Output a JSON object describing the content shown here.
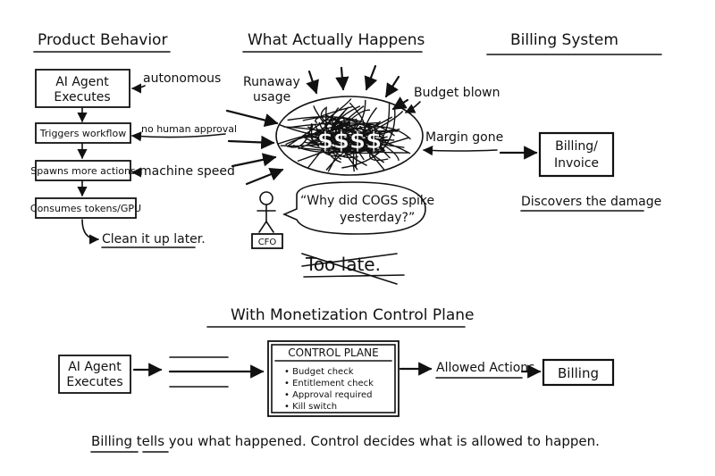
{
  "headings": {
    "product_behavior": "Product Behavior",
    "what_actually_happens": "What Actually Happens",
    "billing_system": "Billing System",
    "with_control_plane": "With Monetization Control Plane"
  },
  "flow": {
    "agent_line1": "AI Agent",
    "agent_line2": "Executes",
    "triggers": "Triggers workflow",
    "spawns": "Spawns more actions",
    "consumes": "Consumes tokens/GPU",
    "cleanup": "Clean it up later."
  },
  "annotations": {
    "autonomous": "autonomous",
    "no_human_approval": "no human approval",
    "machine_speed": "machine speed",
    "runaway_line1": "Runaway",
    "runaway_line2": "usage",
    "budget_blown": "Budget blown",
    "margin_gone": "Margin gone",
    "discovers": "Discovers the damage",
    "dollars": "$$$$"
  },
  "billing": {
    "line1": "Billing/",
    "line2": "Invoice"
  },
  "cfo": {
    "label": "CFO",
    "quote_line1": "“Why did COGS spike",
    "quote_line2": "yesterday?”"
  },
  "too_late": "Too late.",
  "control": {
    "agent_line1": "AI Agent",
    "agent_line2": "Executes",
    "title": "CONTROL PLANE",
    "items": [
      "• Budget check",
      "• Entitlement check",
      "• Approval required",
      "• Kill switch"
    ],
    "allowed": "Allowed Actions",
    "billing": "Billing"
  },
  "footer": "Billing tells you what happened. Control decides what is allowed to happen."
}
